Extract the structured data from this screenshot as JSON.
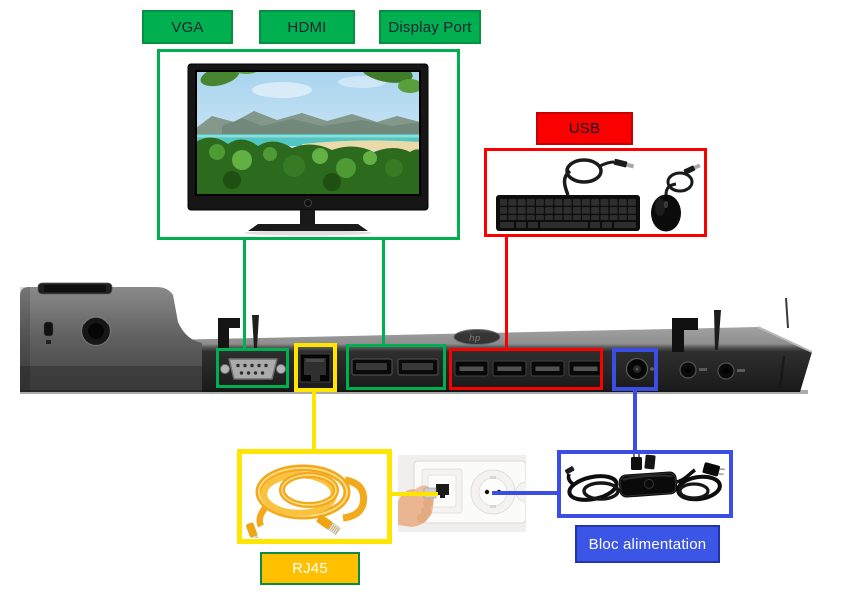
{
  "diagram": {
    "labels": {
      "vga": "VGA",
      "hdmi": "HDMI",
      "display_port": "Display Port",
      "usb": "USB",
      "rj45": "RJ45",
      "bloc_alimentation": "Bloc alimentation"
    },
    "colors": {
      "video_green": "#00B050",
      "usb_red": "#FB0000",
      "network_yellow": "#FFE500",
      "rj45_label_amber": "#FFC000",
      "power_blue": "#3B4EE4"
    },
    "images": {
      "monitor": "monitor-photo",
      "keyboard_mouse": "usb-keyboard-and-mouse-photo",
      "dock": "docking-station-rear-photo",
      "ethernet_cable": "yellow-rj45-cable-photo",
      "wall_outlet": "hand-plugging-into-wall-outlet-photo",
      "power_adapter": "laptop-power-adapter-photo"
    }
  }
}
